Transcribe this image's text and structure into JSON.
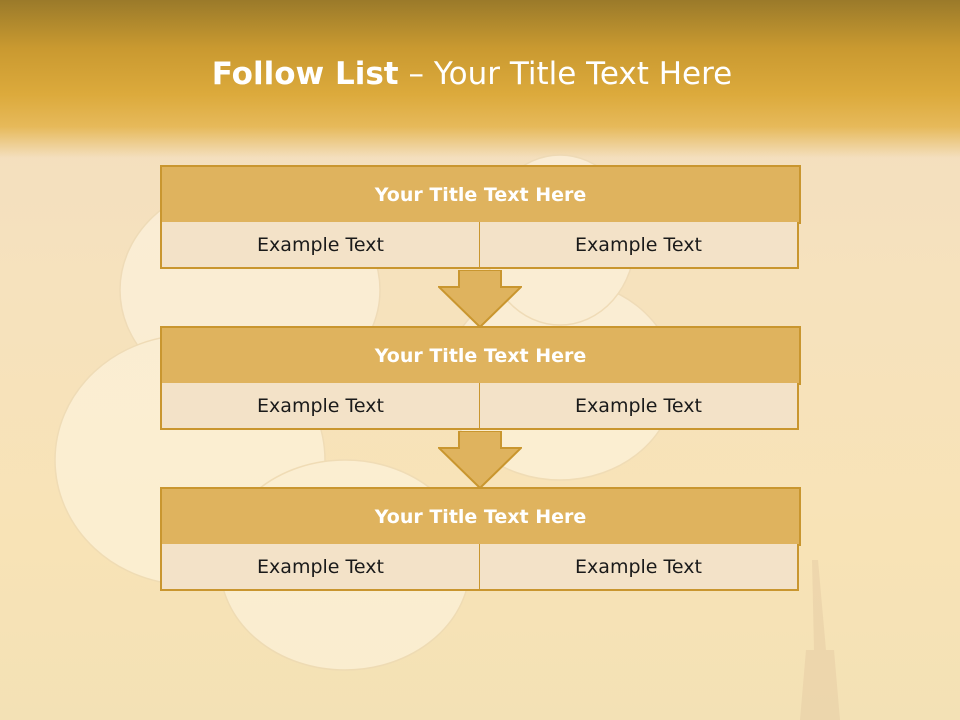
{
  "slide": {
    "title_bold": "Follow List",
    "title_rest": "– Your Title Text Here"
  },
  "steps": [
    {
      "title": "Your Title Text Here",
      "left": "Example Text",
      "right": "Example Text"
    },
    {
      "title": "Your Title Text Here",
      "left": "Example Text",
      "right": "Example Text"
    },
    {
      "title": "Your Title Text Here",
      "left": "Example Text",
      "right": "Example Text"
    }
  ],
  "colors": {
    "header": "#d9a93b",
    "box_head": "#dfb35e",
    "box_border": "#c9962f",
    "cell_fill": "#f3e2c8",
    "arrow_fill": "#dfb35e"
  }
}
